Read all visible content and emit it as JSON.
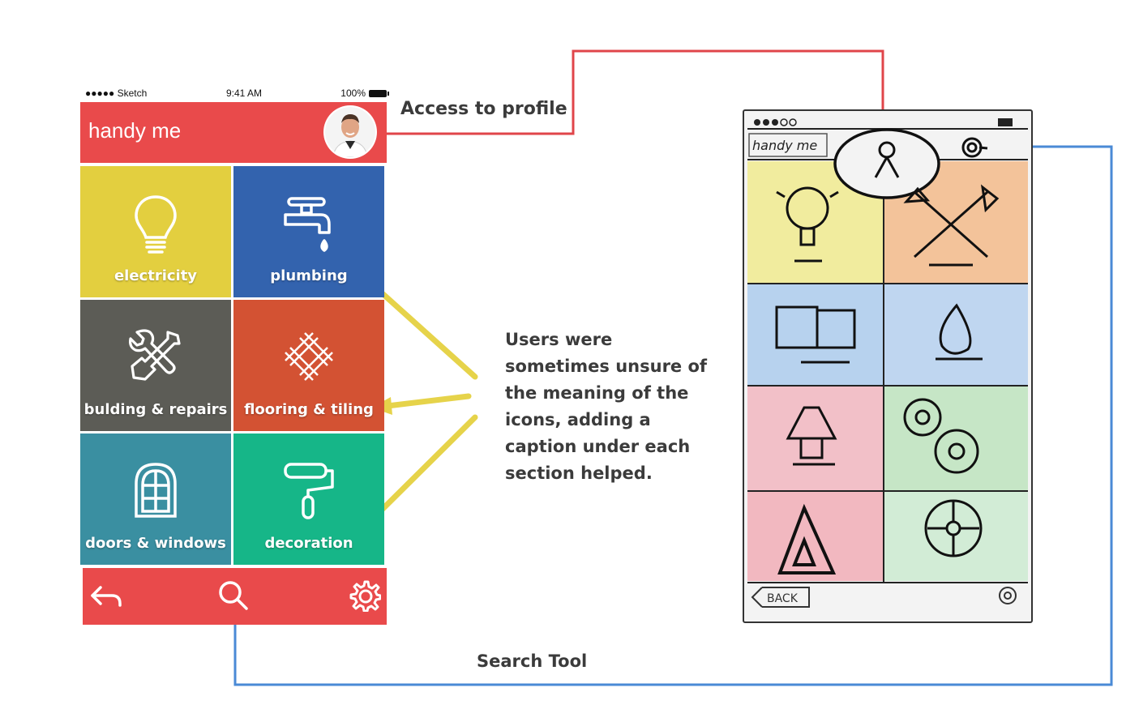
{
  "status_bar": {
    "carrier": "●●●●● Sketch",
    "time": "9:41 AM",
    "battery": "100%"
  },
  "app": {
    "title": "handy me"
  },
  "tiles": [
    {
      "label": "electricity",
      "color": "#e3cf3f",
      "icon": "lightbulb-icon"
    },
    {
      "label": "plumbing",
      "color": "#3363ae",
      "icon": "faucet-icon"
    },
    {
      "label": "bulding & repairs",
      "color": "#5c5c56",
      "icon": "tools-icon"
    },
    {
      "label": "flooring & tiling",
      "color": "#d35233",
      "icon": "tiles-icon"
    },
    {
      "label": "doors & windows",
      "color": "#3a8fa1",
      "icon": "window-icon"
    },
    {
      "label": "decoration",
      "color": "#16b688",
      "icon": "paint-roller-icon"
    }
  ],
  "bottom_bar": {
    "icons": [
      "back-arrow-icon",
      "search-icon",
      "gear-icon"
    ]
  },
  "annotations": {
    "access_profile": "Access to profile",
    "search_tool": "Search Tool",
    "users_note": [
      "Users were",
      "sometimes unsure of",
      "the meaning of the",
      "icons, adding a",
      "caption under each",
      "section helped."
    ]
  },
  "sketch": {
    "title": "handy me",
    "back_label": "BACK"
  },
  "colors": {
    "red_line": "#e0454a",
    "blue_line": "#4a8ad6",
    "yellow_arrow": "#e6d34a",
    "accent": "#e94a4b"
  }
}
